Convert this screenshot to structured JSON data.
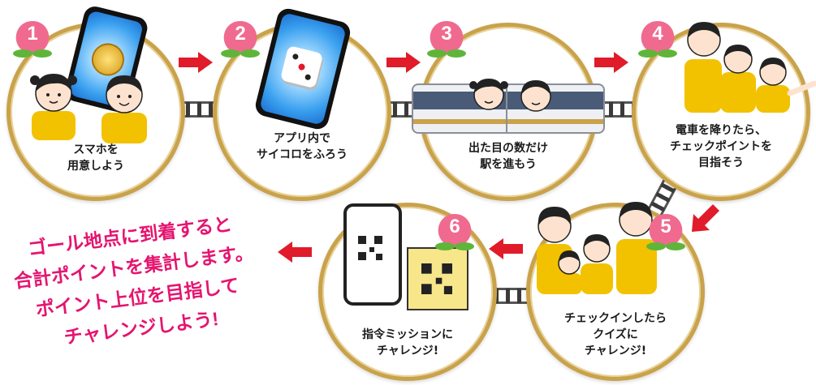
{
  "steps": [
    {
      "number": "1",
      "lines": [
        "スマホを",
        "用意しよう"
      ]
    },
    {
      "number": "2",
      "lines": [
        "アプリ内で",
        "サイコロをふろう"
      ]
    },
    {
      "number": "3",
      "lines": [
        "出た目の数だけ",
        "駅を進もう"
      ]
    },
    {
      "number": "4",
      "lines": [
        "電車を降りたら、",
        "チェックポイントを",
        "目指そう"
      ]
    },
    {
      "number": "5",
      "lines": [
        "チェックインしたら",
        "クイズに",
        "チャレンジ!"
      ]
    },
    {
      "number": "6",
      "lines": [
        "指令ミッションに",
        "チャレンジ!"
      ]
    }
  ],
  "goal": {
    "lines": [
      "ゴール地点に到着すると",
      "合計ポイントを集計します。",
      "ポイント上位を目指して",
      "チャレンジしよう!"
    ]
  },
  "colors": {
    "gold": "#c9a24a",
    "arrow": "#e01b2a",
    "peach": "#f06a8f",
    "leaf": "#5fb53a",
    "goal_text": "#e5146f",
    "shirt": "#f2c200"
  }
}
